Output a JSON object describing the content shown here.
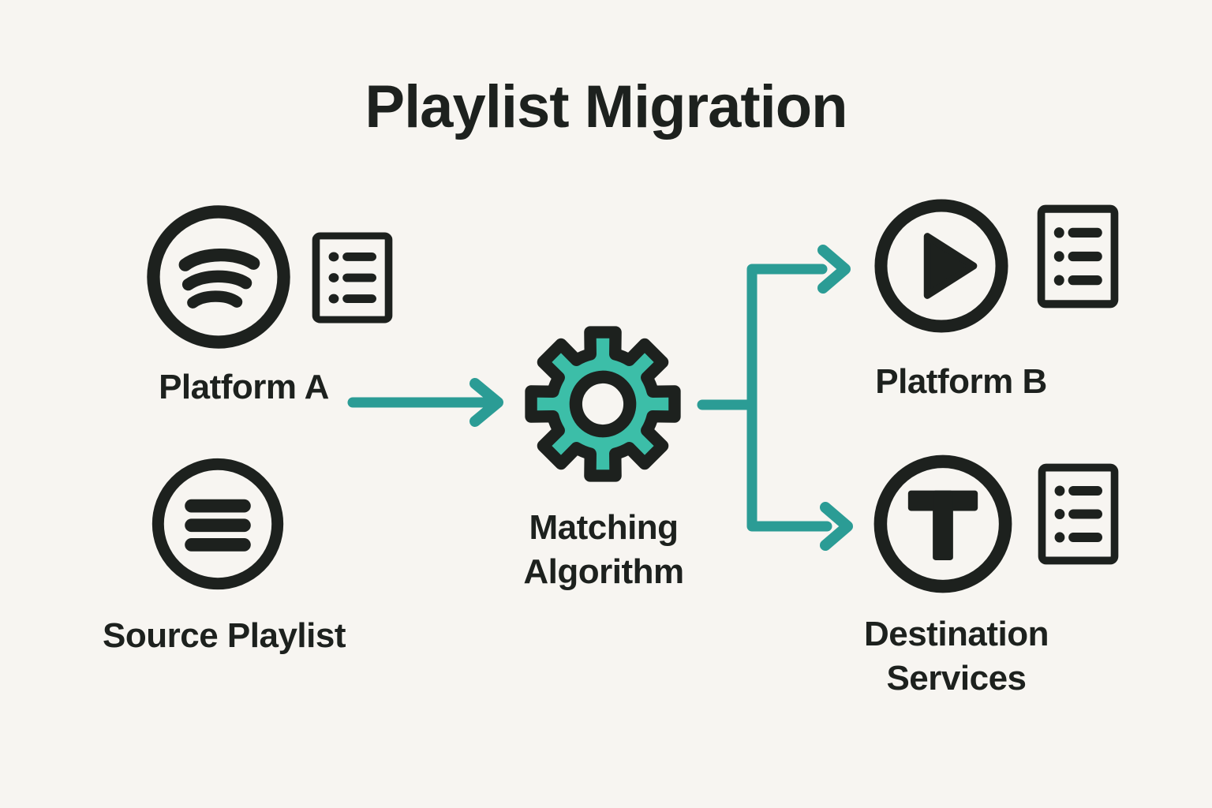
{
  "title": "Playlist Migration",
  "colors": {
    "background": "#f7f5f1",
    "ink": "#1d211e",
    "gear_fill": "#3cbea8",
    "arrow": "#2b9c95"
  },
  "nodes": {
    "platform_a": {
      "label": "Platform A",
      "icons": [
        "spotify-icon",
        "playlist-doc-icon"
      ]
    },
    "source_playlist": {
      "label": "Source Playlist",
      "icons": [
        "list-circle-icon"
      ]
    },
    "matching_algorithm": {
      "label": "Matching Algorithm",
      "label_lines": [
        "Matching",
        "Algorithm"
      ],
      "icons": [
        "gear-icon"
      ]
    },
    "platform_b": {
      "label": "Platform B",
      "icons": [
        "play-circle-icon",
        "playlist-doc-icon"
      ]
    },
    "destination_services": {
      "label": "Destination Services",
      "label_lines": [
        "Destination",
        "Services"
      ],
      "icons": [
        "letter-t-circle-icon",
        "playlist-doc-icon"
      ]
    }
  },
  "connections": [
    {
      "from": "platform_a",
      "to": "matching_algorithm"
    },
    {
      "from": "matching_algorithm",
      "to": "platform_b"
    },
    {
      "from": "matching_algorithm",
      "to": "destination_services"
    }
  ]
}
